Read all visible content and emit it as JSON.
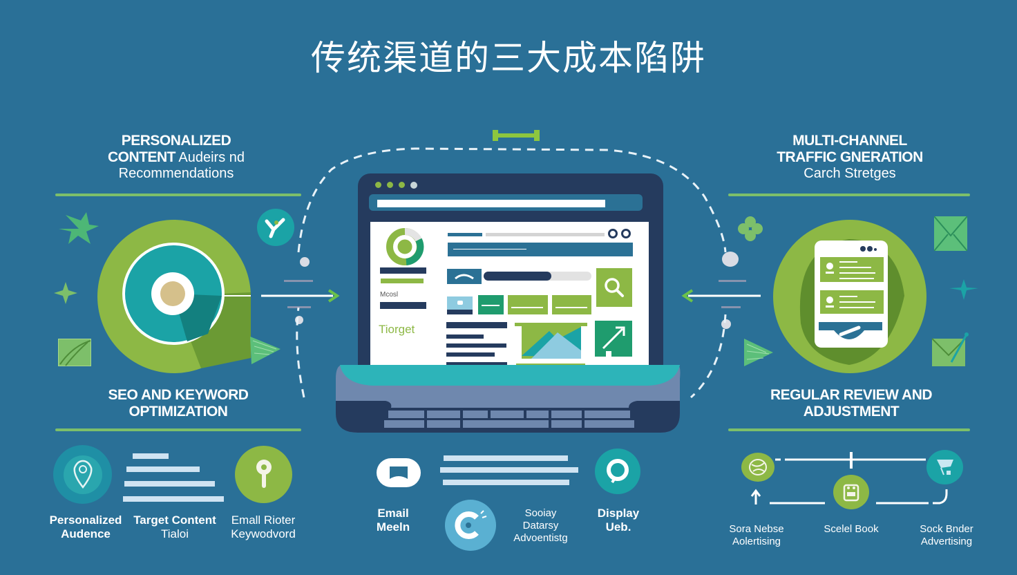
{
  "title": "传统渠道的三大成本陷阱",
  "colors": {
    "background": "#2A7097",
    "green": "#8DB845",
    "teal": "#1BA3A6",
    "navy": "#243A5E",
    "rule": "#7DBF6A",
    "light_blue": "#CFE3F2"
  },
  "sections": {
    "top_left": {
      "heading_bold_1": "PERSONALIZED",
      "heading_bold_2": "CONTENT",
      "heading_normal_2": "Audeirs nd",
      "heading_normal_3": "Recommendations",
      "icon": "target-icon"
    },
    "top_right": {
      "heading_bold_1": "MULTI-CHANNEL",
      "heading_bold_2": "TRAFFIC GNERATION",
      "heading_normal_3": "Carch Stretges",
      "icon": "mobile-content-icon"
    },
    "bottom_left": {
      "heading_line_1": "SEO AND KEYWORD",
      "heading_line_2": "OPTIMIZATION",
      "items": [
        {
          "label_1": "Personalized",
          "label_2": "Audence",
          "icon": "location-pin-icon"
        },
        {
          "label_1": "Target Content",
          "label_2": "Tialoi",
          "icon": "text-lines-icon"
        },
        {
          "label_1": "Emall Rioter",
          "label_2": "Keywodvord",
          "icon": "keyhole-icon"
        }
      ]
    },
    "bottom_center": {
      "items": [
        {
          "label_1": "Email",
          "label_2": "Meeln",
          "icon": "email-icon"
        },
        {
          "label_1": "Sooiay",
          "label_2": "Datarsy",
          "label_3": "Advoentistg",
          "icon": "social-icon"
        },
        {
          "label_1": "Display",
          "label_2": "Ueb.",
          "icon": "search-icon"
        }
      ]
    },
    "bottom_right": {
      "heading_line_1": "REGULAR REVIEW AND",
      "heading_line_2": "ADJUSTMENT",
      "items": [
        {
          "label_1": "Sora Nebse",
          "label_2": "Aolertising",
          "icon": "globe-icon"
        },
        {
          "label_1": "Scelel Book",
          "icon": "book-icon"
        },
        {
          "label_1": "Sock Bnder",
          "label_2": "Advertising",
          "icon": "chart-icon"
        }
      ]
    }
  },
  "laptop": {
    "sidebar_label_1": "Mcosl",
    "sidebar_label_2": "Tiorget",
    "window_dots": 4
  }
}
